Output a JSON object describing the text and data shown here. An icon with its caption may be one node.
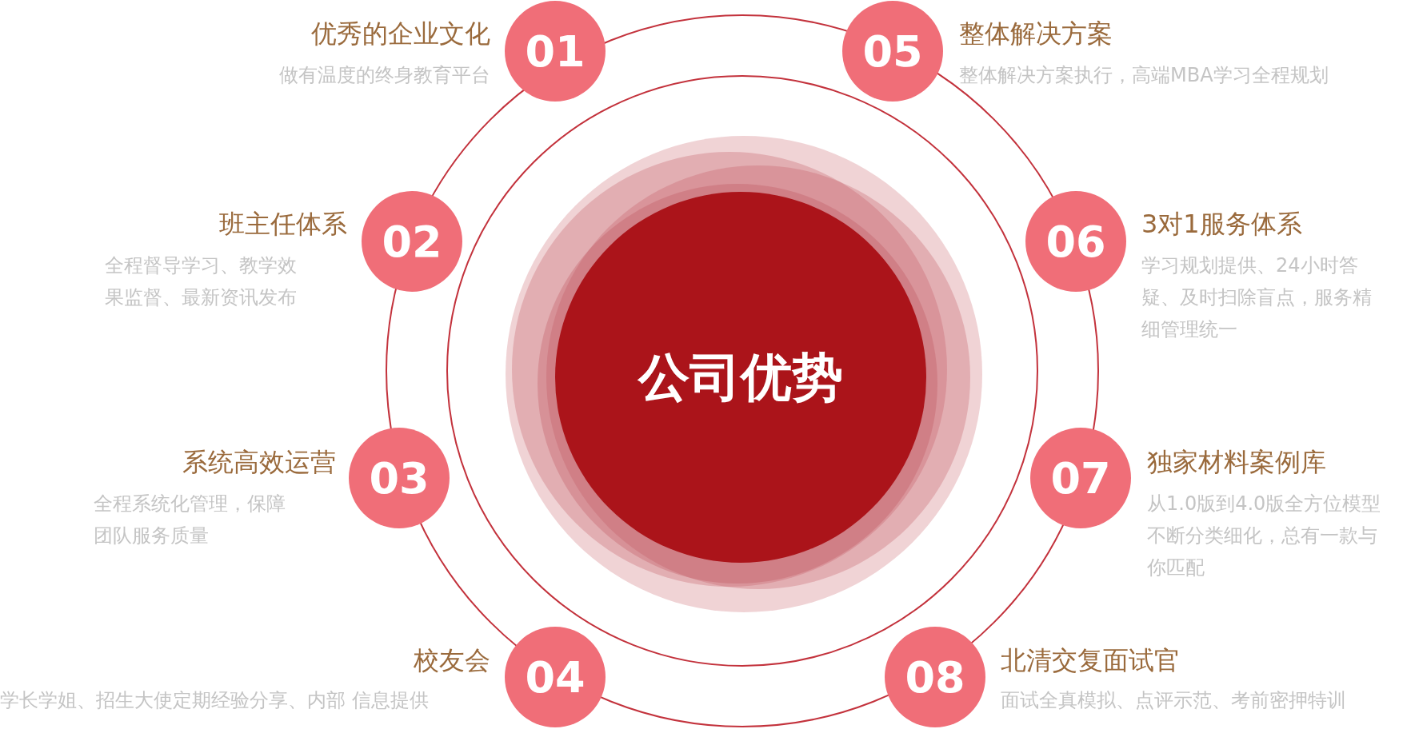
{
  "diagram": {
    "nodes": [
      {
        "text": [
          "公司优势"
        ]
      },
      {
        "text": [
          "01",
          "优秀的企业文化",
          "做有温度的终身教育平台"
        ]
      },
      {
        "text": [
          "02",
          "班主任体系",
          "全程督导学习、教学效果监督、最新资讯发布"
        ]
      },
      {
        "text": [
          "03",
          "系统高效运营",
          "全程系统化管理，保障团队服务质量"
        ]
      },
      {
        "text": [
          "04",
          "校友会",
          "学长学姐、招生大使定期经验分享、内部 信息提供"
        ]
      },
      {
        "text": [
          "05",
          "整体解决方案",
          "整体解决方案执行，高端MBA学习全程规划"
        ]
      },
      {
        "text": [
          "06",
          "3对1服务体系",
          "学习规划提供、24小时答疑、及时扫除盲点，服务精细管理统一"
        ]
      },
      {
        "text": [
          "07",
          "独家材料案例库",
          "从1.0版到4.0版全方位模型不断分类细化，总有一款与你匹配"
        ]
      },
      {
        "text": [
          "08",
          "北清交复面试官",
          "面试全真模拟、点评示范、考前密押特训"
        ]
      }
    ]
  }
}
